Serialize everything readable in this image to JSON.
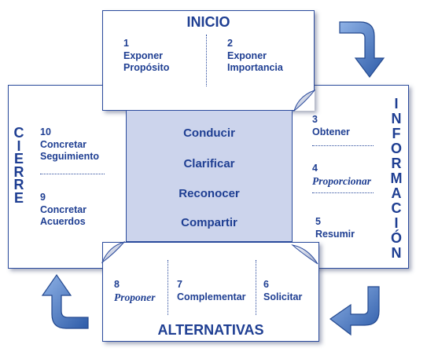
{
  "center": {
    "items": [
      "Conducir",
      "Clarificar",
      "Reconocer",
      "Compartir"
    ]
  },
  "inicio": {
    "title": "INICIO",
    "steps": [
      {
        "num": "1",
        "line1": "Exponer",
        "line2": "Propósito"
      },
      {
        "num": "2",
        "line1": "Exponer",
        "line2": "Importancia"
      }
    ]
  },
  "informacion": {
    "title_letters": [
      "I",
      "N",
      "F",
      "O",
      "R",
      "M",
      "A",
      "C",
      "I",
      "Ó",
      "N"
    ],
    "steps": [
      {
        "num": "3",
        "label": "Obtener",
        "italic": false
      },
      {
        "num": "4",
        "label": "Proporcionar",
        "italic": true
      },
      {
        "num": "5",
        "label": "Resumir",
        "italic": false
      }
    ]
  },
  "alternativas": {
    "title": "ALTERNATIVAS",
    "steps": [
      {
        "num": "8",
        "label": "Proponer",
        "italic": true
      },
      {
        "num": "7",
        "label": "Complementar",
        "italic": false
      },
      {
        "num": "6",
        "label": "Solicitar",
        "italic": false
      }
    ]
  },
  "cierre": {
    "title_letters": [
      "C",
      "I",
      "E",
      "R",
      "R",
      "E"
    ],
    "steps": [
      {
        "num": "10",
        "line1": "Concretar",
        "line2": "Seguimiento"
      },
      {
        "num": "9",
        "line1": "Concretar",
        "line2": "Acuerdos"
      }
    ]
  },
  "colors": {
    "primary": "#1e3e92",
    "border": "#2a4a9c",
    "center_fill": "#ccd4ec",
    "arrow_light": "#6f98d8",
    "arrow_dark": "#2d5ba8"
  },
  "arrows": [
    "curved-arrow-icon-top-right",
    "curved-arrow-icon-bottom-right",
    "curved-arrow-icon-bottom-left"
  ]
}
